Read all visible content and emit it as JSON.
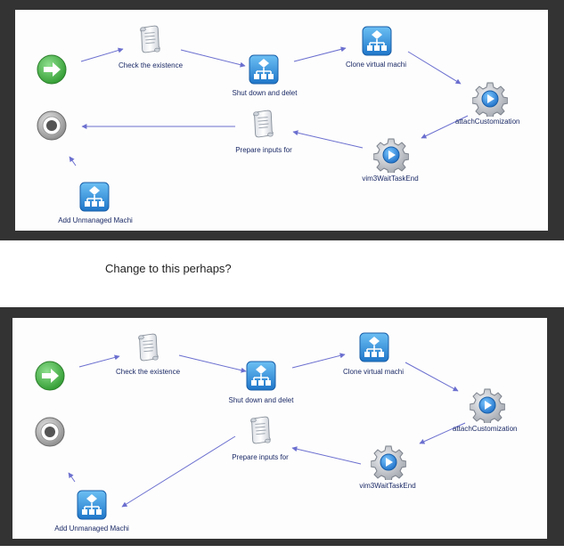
{
  "caption": "Change to this perhaps?",
  "workflow": {
    "check_existence": "Check the existence",
    "shut_down": "Shut down and delet",
    "clone_vm": "Clone virtual machi",
    "attach_customization": "attachCustomization",
    "wait_task_end": "vim3WaitTaskEnd",
    "prepare_inputs": "Prepare inputs for",
    "add_unmanaged": "Add Unmanaged Machi"
  },
  "colors": {
    "connector": "#6b6fcf",
    "start_green": "#3ca83c",
    "workflow_blue": "#2e8fdc",
    "gear_grey": "#b8bcc4",
    "canvas": "#fdfdfd",
    "frame": "#333333"
  },
  "icons": [
    "start-arrow-icon",
    "end-target-icon",
    "scroll-icon",
    "workflow-icon",
    "gear-play-icon"
  ]
}
